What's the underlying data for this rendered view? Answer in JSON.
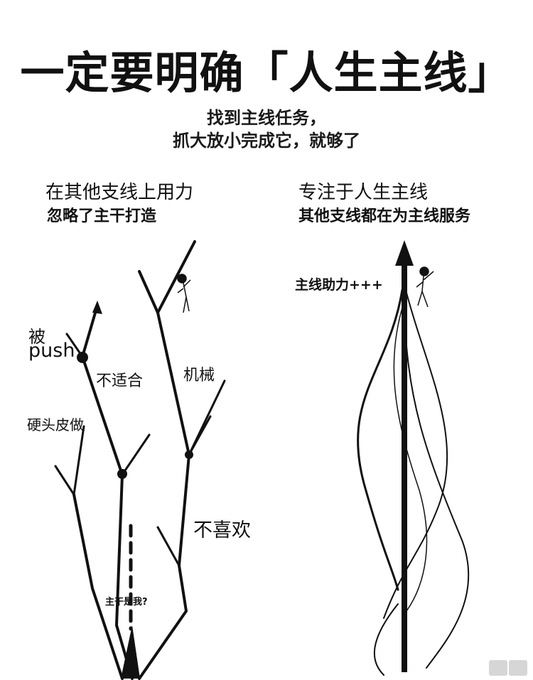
{
  "title": "一定要明确「人生主线」",
  "subtitle": {
    "line1": "找到主线任务，",
    "line2": "抓大放小完成它，就够了"
  },
  "left": {
    "heading": "在其他支线上用力",
    "subheading": "忽略了主干打造",
    "labels": {
      "pushed_a": "被",
      "pushed_b": "push",
      "unsuitable": "不适合",
      "mechanical": "机械",
      "stubborn": "硬头皮做",
      "dislike": "不喜欢",
      "trunk_question": "主干是我?"
    }
  },
  "right": {
    "heading": "专注于人生主线",
    "subheading": "其他支线都在为主线服务",
    "labels": {
      "boost": "主线助力+++"
    }
  },
  "colors": {
    "ink": "#111111",
    "background": "#ffffff"
  }
}
